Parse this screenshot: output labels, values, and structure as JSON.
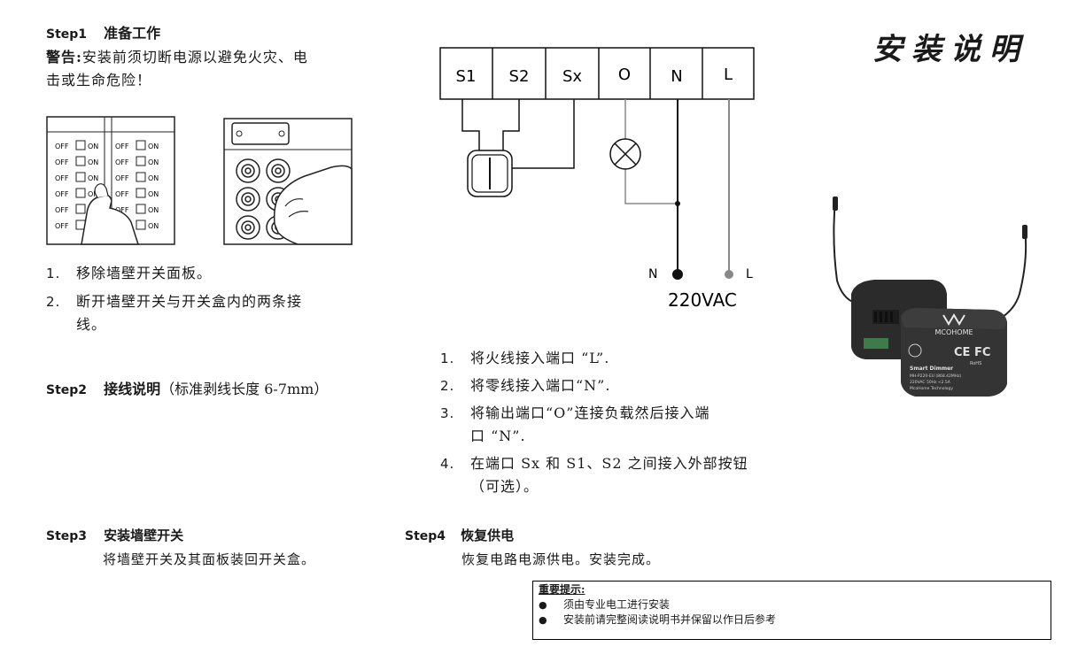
{
  "title": "安装说明",
  "step1": {
    "tag": "Step1",
    "title": "准备工作",
    "warning_label": "警告:",
    "warning_line1": "安装前须切断电源以避免火灾、电",
    "warning_line2": "击或生命危险！",
    "switch_labels": {
      "off": "OFF",
      "on": "ON"
    },
    "items": [
      {
        "num": "1.",
        "lines": [
          "移除墙壁开关面板。"
        ]
      },
      {
        "num": "2.",
        "lines": [
          "断开墙壁开关与开关盒内的两条接",
          "线。"
        ]
      }
    ]
  },
  "step2": {
    "tag": "Step2",
    "title": "接线说明",
    "note": "（标准剥线长度 6-7mm）",
    "terminals": [
      "S1",
      "S2",
      "Sx",
      "O",
      "N",
      "L"
    ],
    "supply_n": "N",
    "supply_l": "L",
    "voltage": "220VAC",
    "items": [
      {
        "num": "1.",
        "lines": [
          "将火线接入端口 “L”."
        ]
      },
      {
        "num": "2.",
        "lines": [
          "将零线接入端口“N”."
        ]
      },
      {
        "num": "3.",
        "lines": [
          "将输出端口“O”连接负载然后接入端",
          "口 “N”."
        ]
      },
      {
        "num": "4.",
        "lines": [
          "在端口 Sx 和 S1、S2 之间接入外部按钮",
          "（可选）。"
        ]
      }
    ]
  },
  "step3": {
    "tag": "Step3",
    "title": "安装墙壁开关",
    "text": "将墙壁开关及其面板装回开关盒。"
  },
  "step4": {
    "tag": "Step4",
    "title": "恢复供电",
    "text": "恢复电路电源供电。安装完成。"
  },
  "device": {
    "brand": "MCOHOME",
    "product": "Smart Dimmer",
    "certs": "CE FC",
    "model_line": "MH-P220-EU (868.42MHz)",
    "rating_line": "220VAC  50Hz  <2.5A",
    "maker_line": "McoHome Technology",
    "rohs": "RoHS"
  },
  "notice": {
    "heading": "重要提示:",
    "items": [
      "须由专业电工进行安装",
      "安装前请完整阅读说明书并保留以作日后参考"
    ]
  },
  "colors": {
    "text": "#1a1a1a",
    "device": "#2b2b2b",
    "wire_gray": "#888888"
  }
}
